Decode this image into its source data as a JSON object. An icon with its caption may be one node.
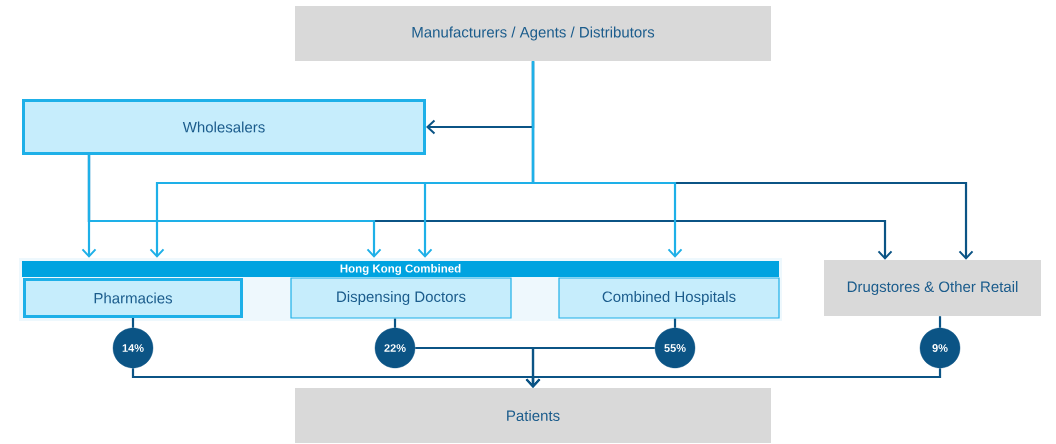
{
  "diagram": {
    "nodes": [
      {
        "text": [
          "Manufacturers / Agents / Distributors"
        ]
      },
      {
        "text": [
          "Wholesalers"
        ]
      },
      {
        "text": [
          "Hong Kong Combined"
        ]
      },
      {
        "text": [
          "Pharmacies"
        ],
        "in": 2
      },
      {
        "text": [
          "Dispensing Doctors"
        ],
        "in": 2
      },
      {
        "text": [
          "Combined Hospitals"
        ],
        "in": 2
      },
      {
        "text": [
          "Drugstores & Other Retail"
        ]
      },
      {
        "text": [
          "14%"
        ]
      },
      {
        "text": [
          "22%"
        ]
      },
      {
        "text": [
          "55%"
        ]
      },
      {
        "text": [
          "9%"
        ]
      },
      {
        "text": [
          "Patients"
        ]
      }
    ],
    "edges": [
      {
        "from": 0,
        "to": 1,
        "arrow": "to"
      },
      {
        "from": 0,
        "to": 3,
        "arrow": "to",
        "color": "#1eb0e8"
      },
      {
        "from": 0,
        "to": 4,
        "arrow": "to",
        "color": "#1eb0e8"
      },
      {
        "from": 0,
        "to": 5,
        "arrow": "to",
        "color": "#1eb0e8"
      },
      {
        "from": 0,
        "to": 6,
        "arrow": "to"
      },
      {
        "from": 1,
        "to": 3,
        "arrow": "to",
        "color": "#1eb0e8"
      },
      {
        "from": 1,
        "to": 4,
        "arrow": "to",
        "color": "#1eb0e8"
      },
      {
        "from": 1,
        "to": 6,
        "arrow": "to"
      },
      {
        "from": 3,
        "to": 7,
        "arrow": "none"
      },
      {
        "from": 4,
        "to": 8,
        "arrow": "none"
      },
      {
        "from": 5,
        "to": 9,
        "arrow": "none"
      },
      {
        "from": 6,
        "to": 10,
        "arrow": "none"
      },
      {
        "from": 7,
        "to": 11,
        "arrow": "to"
      },
      {
        "from": 8,
        "to": 11,
        "arrow": "to"
      },
      {
        "from": 9,
        "to": 11,
        "arrow": "to"
      },
      {
        "from": 10,
        "to": 11,
        "arrow": "to"
      }
    ]
  }
}
